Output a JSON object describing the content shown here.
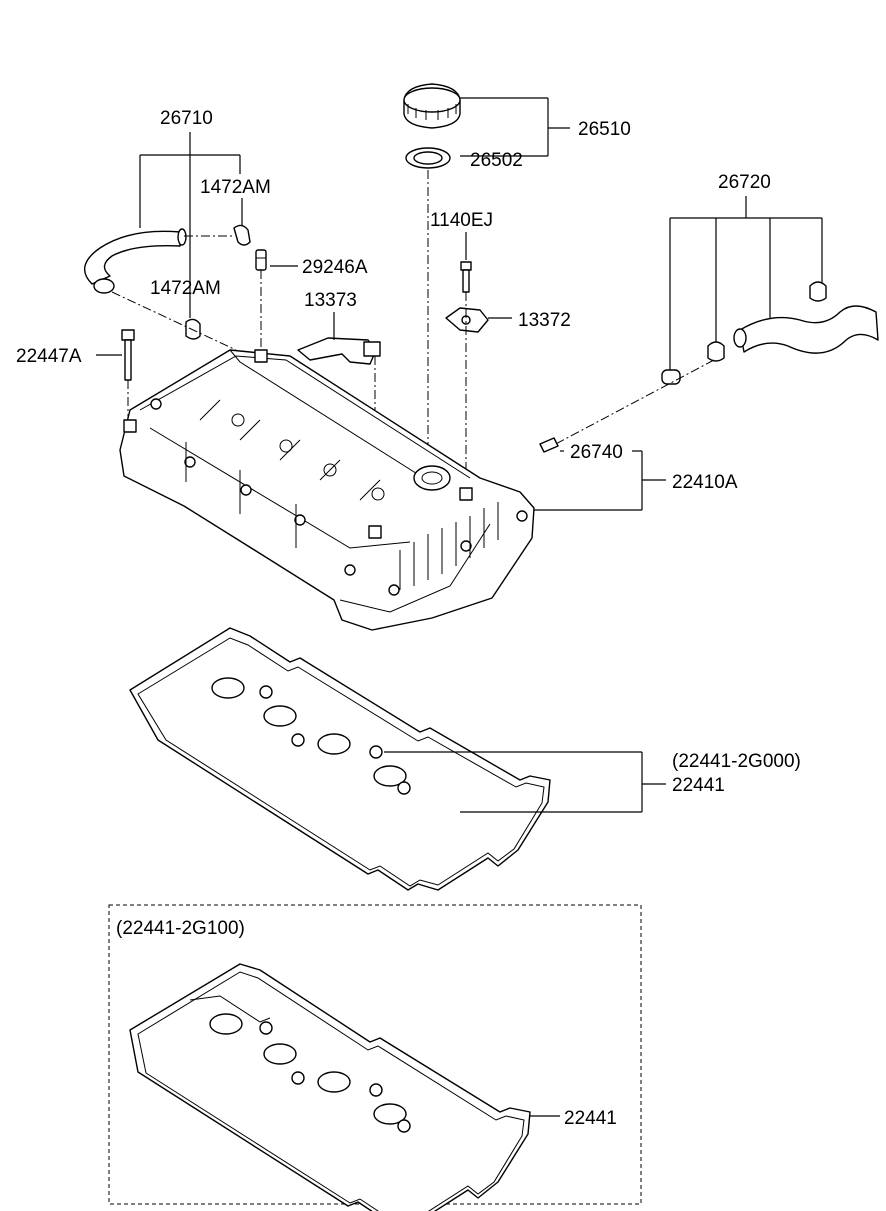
{
  "labels": {
    "p26710": "26710",
    "p1472AM_top": "1472AM",
    "p1472AM_bottom": "1472AM",
    "p29246A": "29246A",
    "p13373": "13373",
    "p22447A": "22447A",
    "p26510": "26510",
    "p26502": "26502",
    "p1140EJ": "1140EJ",
    "p13372": "13372",
    "p26720": "26720",
    "p26740": "26740",
    "p22410A": "22410A",
    "p22441_2G000": "(22441-2G000)",
    "p22441_upper": "22441",
    "p22441_2G100": "(22441-2G100)",
    "p22441_lower": "22441"
  }
}
